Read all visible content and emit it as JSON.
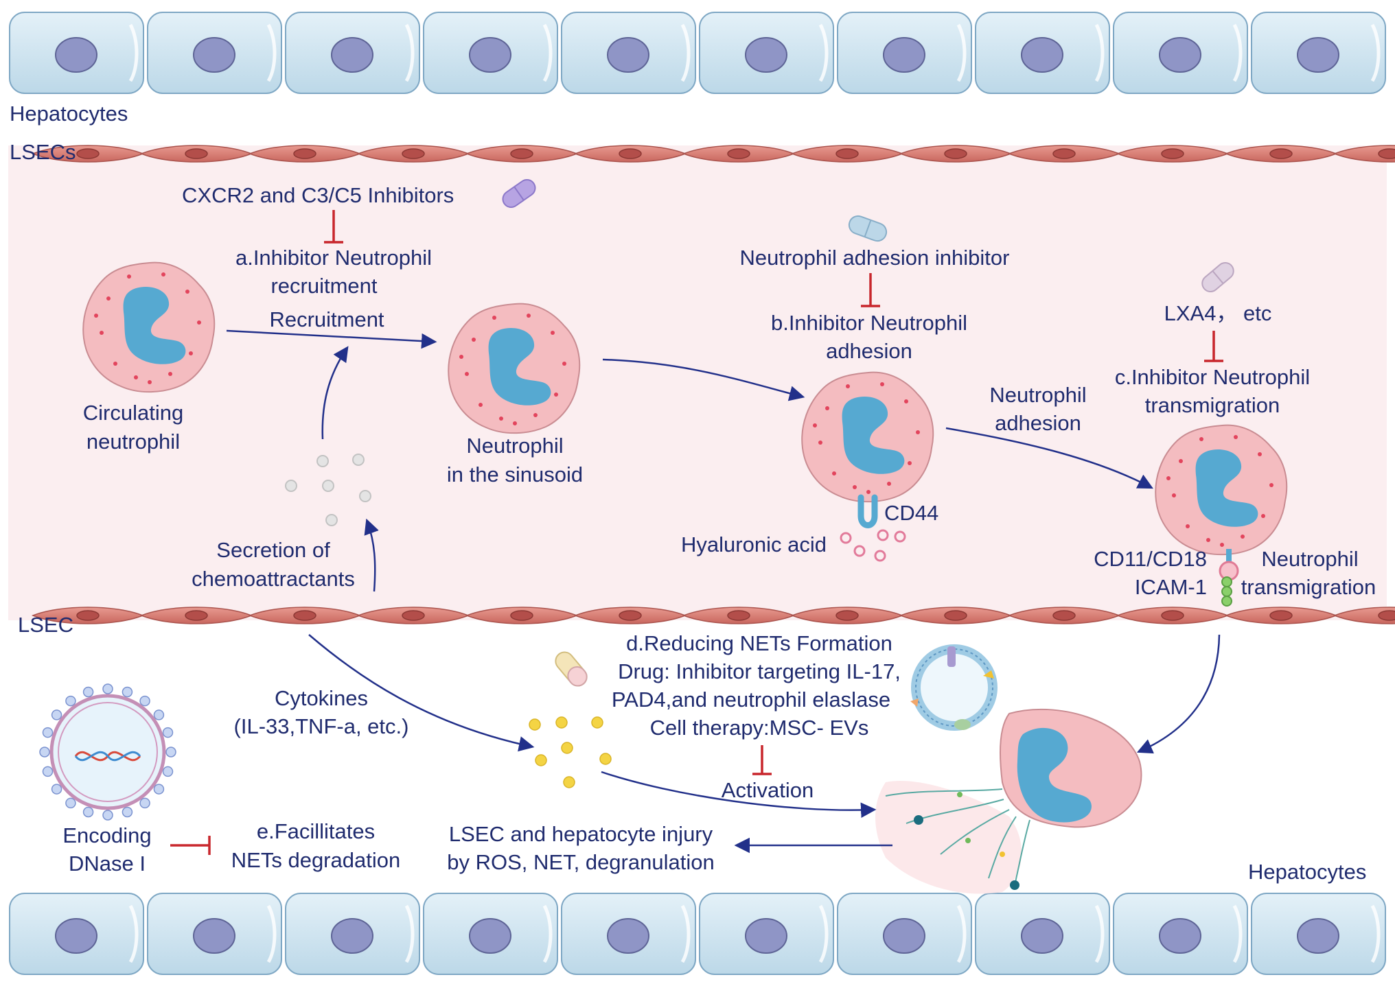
{
  "labels": {
    "hepatocytes_top": "Hepatocytes",
    "lsecs_top": "LSECs",
    "lsec_bottom": "LSEC",
    "hepatocytes_bottom": "Hepatocytes",
    "cxcr2_inhibitors": "CXCR2 and C3/C5 Inhibitors",
    "step_a_line1": "a.Inhibitor Neutrophil",
    "step_a_line2": "recruitment",
    "recruitment": "Recruitment",
    "circulating_line1": "Circulating",
    "circulating_line2": "neutrophil",
    "sinusoid_line1": "Neutrophil",
    "sinusoid_line2": "in the sinusoid",
    "secretion_line1": "Secretion of",
    "secretion_line2": "chemoattractants",
    "adhesion_inhibitor": "Neutrophil adhesion inhibitor",
    "step_b_line1": "b.Inhibitor Neutrophil",
    "step_b_line2": "adhesion",
    "cd44": "CD44",
    "hyaluronic_acid": "Hyaluronic acid",
    "adhesion_line1": "Neutrophil",
    "adhesion_line2": "adhesion",
    "lxa4": "LXA4， etc",
    "step_c_line1": "c.Inhibitor Neutrophil",
    "step_c_line2": "transmigration",
    "cd11_cd18": "CD11/CD18",
    "icam1": "ICAM-1",
    "transmigration_line1": "Neutrophil",
    "transmigration_line2": "transmigration",
    "cytokines_line1": "Cytokines",
    "cytokines_line2": "(IL-33,TNF-a, etc.)",
    "step_d_line1": "d.Reducing NETs Formation",
    "step_d_line2": "Drug: Inhibitor targeting IL-17,",
    "step_d_line3": "PAD4,and neutrophil elaslase",
    "step_d_line4": "Cell therapy:MSC- EVs",
    "activation": "Activation",
    "injury_line1": "LSEC and hepatocyte injury",
    "injury_line2": "by ROS, NET, degranulation",
    "encoding_line1": "Encoding",
    "encoding_line2": "DNase I",
    "step_e_line1": "e.Facillitates",
    "step_e_line2": "NETs degradation"
  },
  "colors": {
    "text": "#1f2b6e",
    "inhibit": "#c8262c",
    "sinusoid": "#fbeef0",
    "lsec": "#d9786f",
    "hepatocyte": "#cfe6f2",
    "nucleus": "#8f95c6",
    "neutrophil": "#f2b9bd",
    "neutrophil_nucleus": "#4fa6cf"
  }
}
